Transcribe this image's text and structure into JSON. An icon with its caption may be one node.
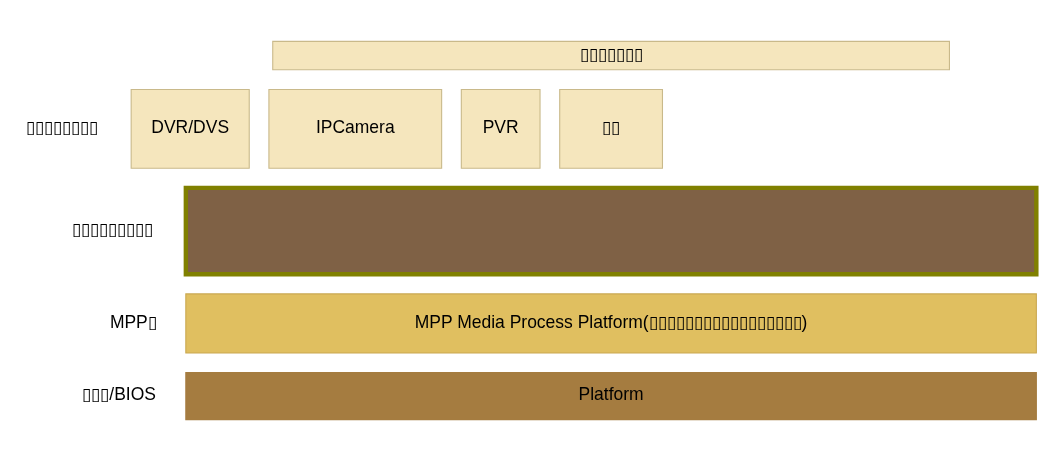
{
  "diagram": {
    "nodes": [
      {
        "text": [
          "▯▯▯▯▯▯▯"
        ]
      },
      {
        "text": [
          "DVR/DVS"
        ]
      },
      {
        "text": [
          "IPCamera"
        ]
      },
      {
        "text": [
          "PVR"
        ]
      },
      {
        "text": [
          "▯▯"
        ]
      },
      {
        "text": [],
        "shape": "box"
      },
      {
        "text": [
          "MPP Media Process Platform(▯▯▯▯▯▯▯▯▯▯▯▯▯▯▯▯▯)"
        ]
      },
      {
        "text": [
          "Platform"
        ]
      }
    ],
    "labels": [
      "▯▯▯▯▯▯▯▯",
      "▯▯▯▯▯▯▯▯▯",
      "MPP▯",
      "▯▯▯/BIOS"
    ]
  }
}
